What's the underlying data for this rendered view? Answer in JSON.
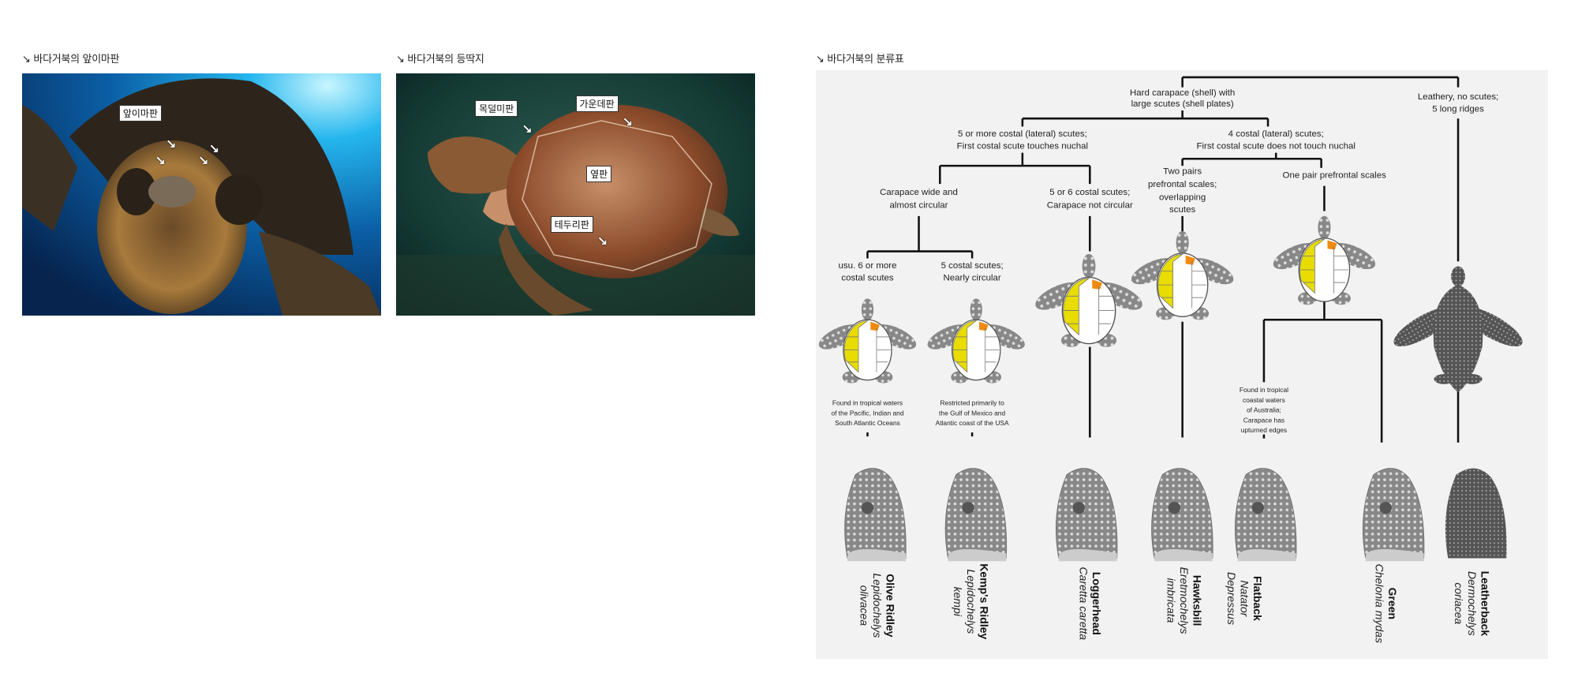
{
  "sections": [
    {
      "heading": "↘ 바다거북의 앞이마판",
      "labels": [
        "앞이마판"
      ]
    },
    {
      "heading": "↘ 바다거북의 등딱지",
      "labels": [
        "목덜미판",
        "가운데판",
        "옆판",
        "테두리판"
      ]
    },
    {
      "heading": "↘ 바다거북의 분류표"
    }
  ],
  "arrow_glyph": "↘",
  "diagram": {
    "root": [
      "Hard carapace (shell) with",
      "large scutes (shell plates)"
    ],
    "leathery": [
      "Leathery, no scutes;",
      "5 long ridges"
    ],
    "five_plus": [
      "5 or more costal (lateral) scutes;",
      "First costal scute touches nuchal"
    ],
    "four": [
      "4 costal (lateral) scutes;",
      "First costal scute does not touch nuchal"
    ],
    "wide": [
      "Carapace wide and",
      "almost circular"
    ],
    "five_six": [
      "5 or 6 costal scutes;",
      "Carapace not circular"
    ],
    "two_pairs": [
      "Two pairs",
      "prefrontal scales;",
      "overlapping",
      "scutes"
    ],
    "one_pair": "One pair prefrontal scales",
    "usu6": [
      "usu. 6 or more",
      "costal scutes"
    ],
    "five_costal": [
      "5 costal scutes;",
      "Nearly circular"
    ],
    "olive_note": [
      "Found in tropical waters",
      "of the Pacific, Indian and",
      "South Atlantic Oceans"
    ],
    "kemp_note": [
      "Restricted primarily to",
      "the Gulf of Mexico and",
      "Atlantic coast of the USA"
    ],
    "flat_note": [
      "Found in tropical",
      "coastal waters",
      "of Australia;",
      "Carapace has",
      "upturned edges"
    ],
    "species": [
      {
        "name": "Olive Ridley",
        "sci": [
          "Lepidochelys",
          "olivacea"
        ]
      },
      {
        "name": "Kemp's Ridley",
        "sci": [
          "Lepidochelys",
          "kempi"
        ]
      },
      {
        "name": "Loggerhead",
        "sci": [
          "Caretta caretta"
        ]
      },
      {
        "name": "Hawksbill",
        "sci": [
          "Eretmochelys",
          "imbricata"
        ]
      },
      {
        "name": "Flatback",
        "sci": [
          "Natator",
          "Depressus"
        ]
      },
      {
        "name": "Green",
        "sci": [
          "Chelonia mydas"
        ]
      },
      {
        "name": "Leatherback",
        "sci": [
          "Dermochelys",
          "coriacea"
        ]
      }
    ]
  },
  "colors": {
    "costal": "#e8dc00",
    "first_costal": "#f08a10",
    "panel": "#f2f2f2"
  }
}
